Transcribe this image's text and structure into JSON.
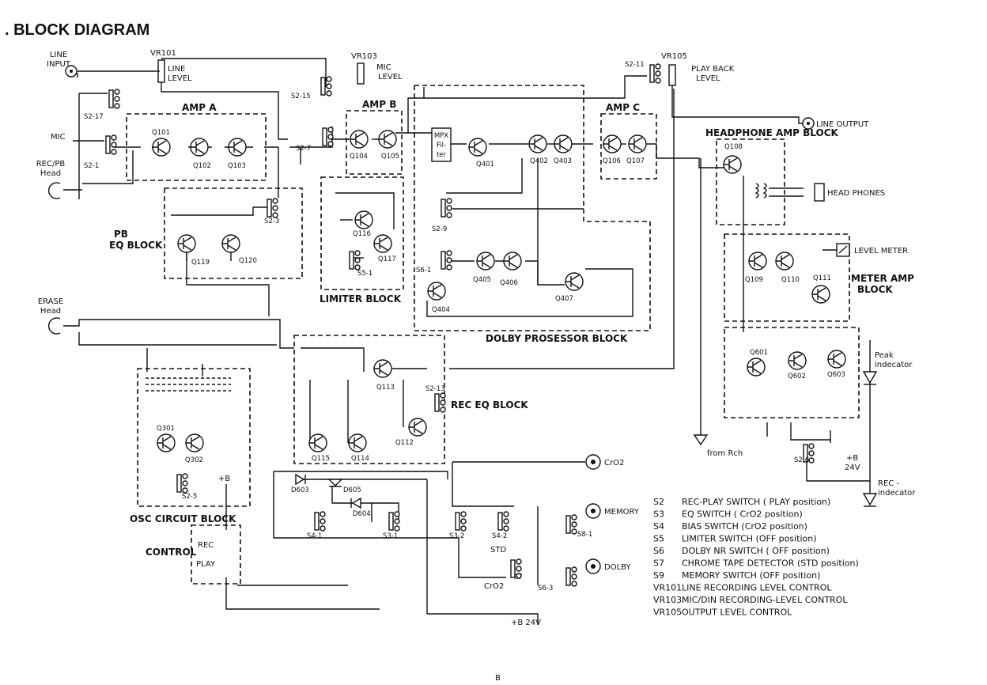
{
  "title": ". BLOCK DIAGRAM",
  "footer": "B",
  "inputs": {
    "line_input": [
      "LINE",
      "INPUT"
    ],
    "mic": "MIC",
    "rec_pb_head": [
      "REC/PB",
      "Head"
    ],
    "erase_head": [
      "ERASE",
      "Head"
    ]
  },
  "controls": {
    "vr101": "VR101",
    "line_level": [
      "LINE",
      "LEVEL"
    ],
    "vr103": "VR103",
    "mic_level": [
      "MIC",
      "LEVEL"
    ],
    "vr105": "VR105",
    "play_back_level": [
      "PLAY BACK",
      "LEVEL"
    ]
  },
  "blocks": {
    "amp_a": "AMP A",
    "amp_b": "AMP B",
    "amp_c": "AMP C",
    "pb_eq": [
      "PB",
      "EQ BLOCK"
    ],
    "limiter": "LIMITER BLOCK",
    "dolby": "DOLBY PROSESSOR BLOCK",
    "headphone_amp": "HEADPHONE AMP BLOCK",
    "meter_amp": [
      "METER AMP",
      "BLOCK"
    ],
    "rec_eq": "REC EQ BLOCK",
    "osc": "OSC CIRCUIT BLOCK",
    "control": "CONTROL",
    "mpx_filter": [
      "MPX",
      "Fil-",
      "ter"
    ]
  },
  "outputs": {
    "line_output": "LINE OUTPUT",
    "head_phones": "HEAD PHONES",
    "level_meter": "LEVEL METER",
    "peak_indicator": [
      "Peak",
      "indecator"
    ],
    "rec_indicator": [
      "REC -",
      "indecator"
    ],
    "from_rch": "from Rch",
    "plus_b_24v": [
      "+B",
      "24V"
    ],
    "plus_b_24v_bottom": "+B 24V",
    "plus_b": "+B"
  },
  "switches": {
    "s2_17": "S2-17",
    "s2_1": "S2-1",
    "s2_15": "S2-15",
    "s2_7": "S2-7",
    "s2_3": "S2-3",
    "s2_11": "S2-11",
    "s2_9": "S2-9",
    "s6_1": "S6-1",
    "s5_1": "S5-1",
    "s2_13": "S2-13",
    "s2_5": "S2-5",
    "s2_6": "S2-6",
    "s4_1": "S4-1",
    "s3_1": "S3-1",
    "s3_2": "S3-2",
    "s4_2": "S4-2",
    "s8_1": "S8-1",
    "s6_3": "S6-3",
    "s7": "S7",
    "std": "STD",
    "cro2_sw": "CrO2",
    "rec": "REC",
    "play": "PLAY"
  },
  "lamps": {
    "cro2": "CrO2",
    "memory": "MEMORY",
    "dolby": "DOLBY"
  },
  "transistors": {
    "q101": "Q101",
    "q102": "Q102",
    "q103": "Q103",
    "q104": "Q104",
    "q105": "Q105",
    "q116": "Q116",
    "q117": "Q117",
    "q119": "Q119",
    "q120": "Q120",
    "q401": "Q401",
    "q402": "Q402",
    "q403": "Q403",
    "q404": "Q404",
    "q405": "Q405",
    "q406": "Q406",
    "q407": "Q407",
    "q106": "Q106",
    "q107": "Q107",
    "q108": "Q108",
    "q109": "Q109",
    "q110": "Q110",
    "q111": "Q111",
    "q601": "Q601",
    "q602": "Q602",
    "q603": "Q603",
    "q113": "Q113",
    "q114": "Q114",
    "q115": "Q115",
    "q112": "Q112",
    "q301": "Q301",
    "q302": "Q302"
  },
  "diodes": {
    "d603": "D603",
    "d605": "D605",
    "d604": "D604"
  },
  "legend": [
    {
      "sym": "S2",
      "text": "REC-PLAY SWITCH ( PLAY position)"
    },
    {
      "sym": "S3",
      "text": "EQ SWITCH ( CrO2 position)"
    },
    {
      "sym": "S4",
      "text": "BIAS SWITCH (CrO2 position)"
    },
    {
      "sym": "S5",
      "text": "LIMITER SWITCH (OFF position)"
    },
    {
      "sym": "S6",
      "text": "DOLBY NR SWITCH ( OFF position)"
    },
    {
      "sym": "S7",
      "text": "CHROME TAPE DETECTOR (STD position)"
    },
    {
      "sym": "S9",
      "text": "MEMORY SWITCH (OFF position)"
    },
    {
      "sym": "VR101",
      "text": "LINE RECORDING LEVEL CONTROL"
    },
    {
      "sym": "VR103",
      "text": "MIC/DIN RECORDING-LEVEL CONTROL"
    },
    {
      "sym": "VR105",
      "text": "OUTPUT LEVEL CONTROL"
    }
  ]
}
